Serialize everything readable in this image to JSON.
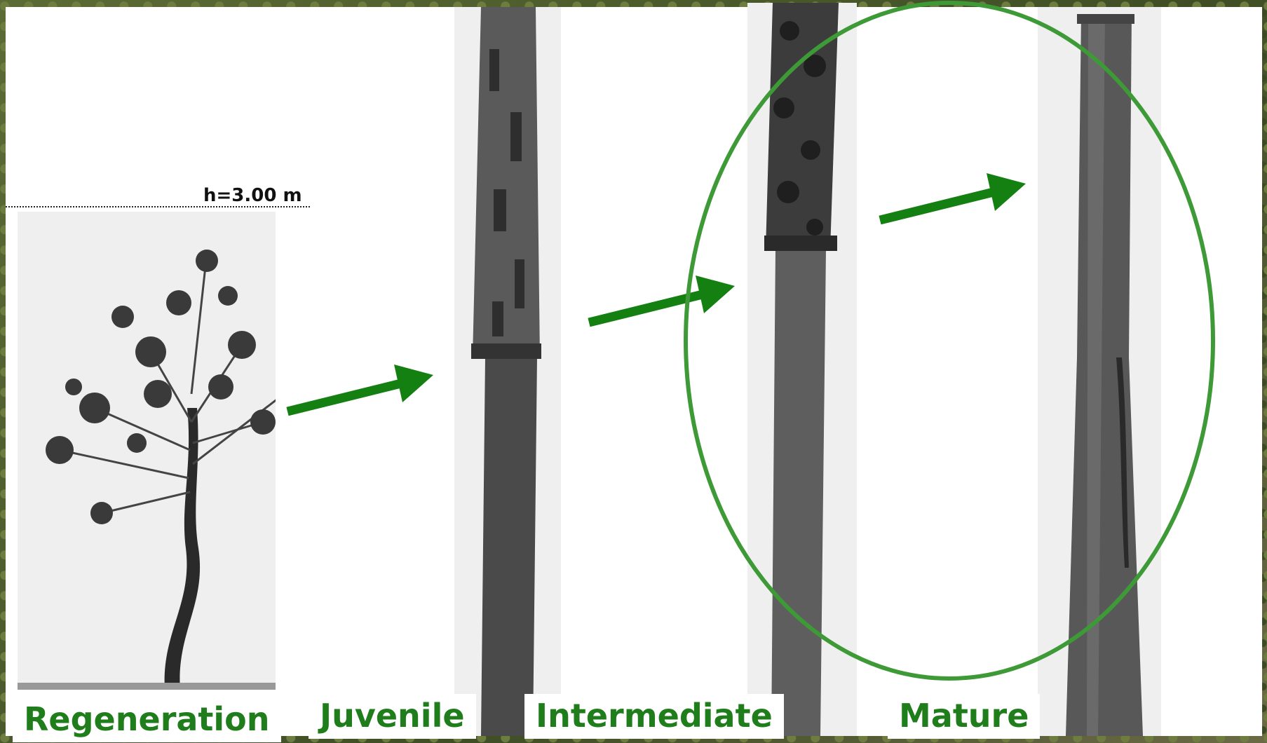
{
  "height_marker": "h=3.00 m",
  "stages": [
    {
      "label": "Regeneration"
    },
    {
      "label": "Juvenile"
    },
    {
      "label": "Intermediate"
    },
    {
      "label": "Mature"
    }
  ],
  "accent_color": "#1f7d1b",
  "highlight_color": "#3e9a36"
}
